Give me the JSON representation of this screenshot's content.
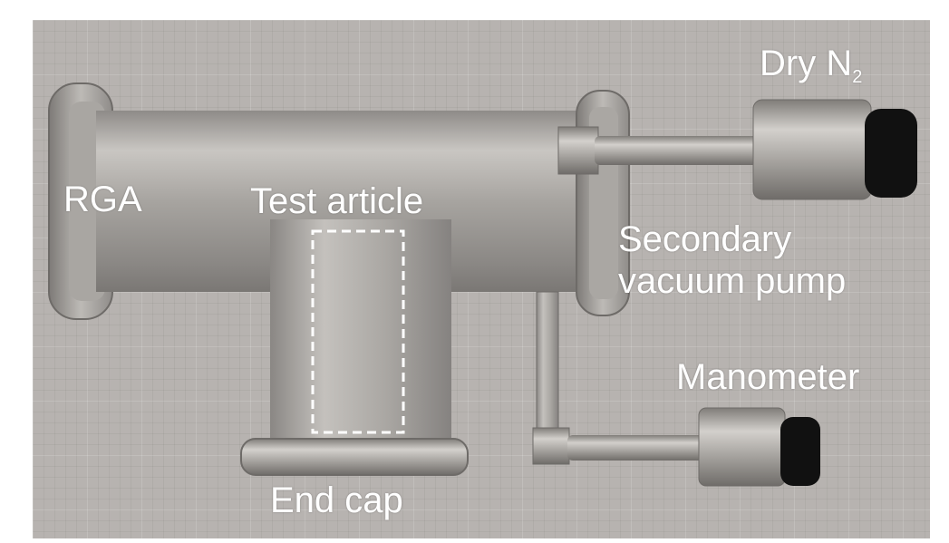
{
  "labels": {
    "rga": "RGA",
    "test_article": "Test article",
    "dry_n2": "Dry N",
    "dry_n2_subscript": "2",
    "secondary_vacuum_pump_line1": "Secondary",
    "secondary_vacuum_pump_line2": "vacuum pump",
    "manometer": "Manometer",
    "end_cap": "End cap"
  },
  "colors": {
    "label_text": "#ffffff",
    "background_grid": "#b7b3b0",
    "steel": "#9f9c99",
    "knob": "#111111"
  }
}
